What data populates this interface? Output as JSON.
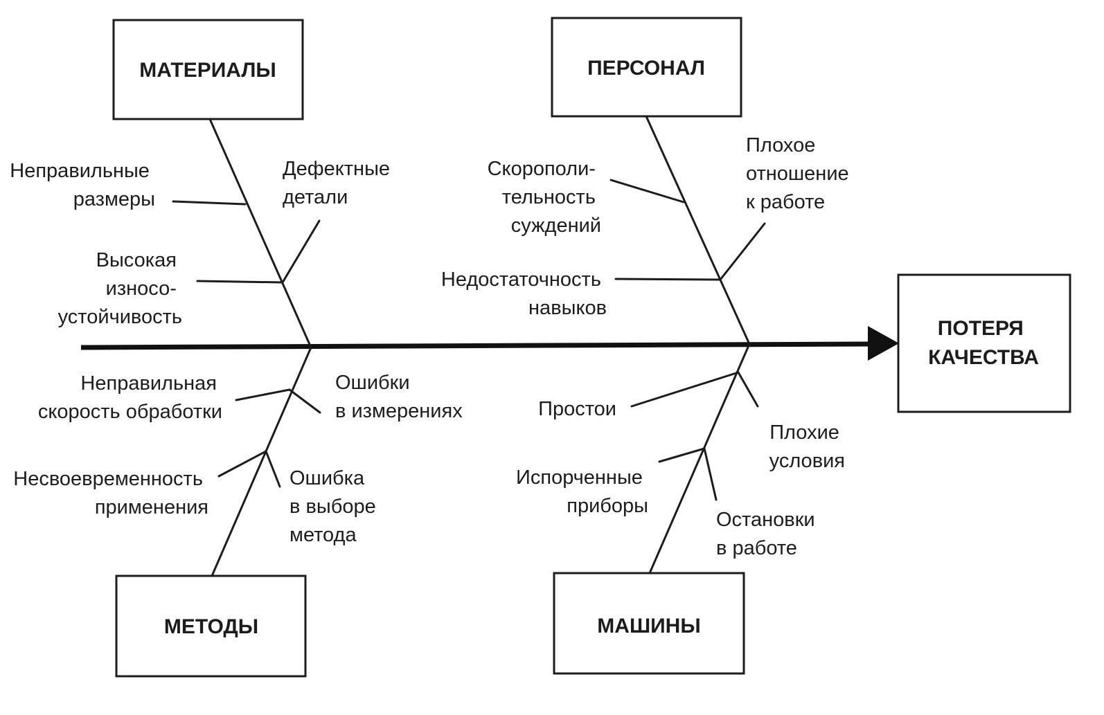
{
  "categories": {
    "materials": "МАТЕРИАЛЫ",
    "personnel": "ПЕРСОНАЛ",
    "methods": "МЕТОДЫ",
    "machines": "МАШИНЫ"
  },
  "effect": [
    "ПОТЕРЯ",
    "КАЧЕСТВА"
  ],
  "causes": {
    "materials": {
      "wrong_sizes": [
        "Неправильные",
        "размеры"
      ],
      "defective_parts": [
        "Дефектные",
        "детали"
      ],
      "high_wear_resistance": [
        "Высокая",
        "износо-",
        "устойчивость"
      ]
    },
    "personnel": {
      "hasty_judgment": [
        "Скорополи-",
        "тельность",
        "суждений"
      ],
      "bad_attitude": [
        "Плохое",
        "отношение",
        "к работе"
      ],
      "lack_of_skills": [
        "Недостаточность",
        "навыков"
      ]
    },
    "methods": {
      "wrong_processing_speed": [
        "Неправильная",
        "скорость обработки"
      ],
      "measurement_errors": [
        "Ошибки",
        "в измерениях"
      ],
      "untimely_application": [
        "Несвоевременность",
        "применения"
      ],
      "method_choice_error": [
        "Ошибка",
        "в выборе",
        "метода"
      ]
    },
    "machines": {
      "downtime": [
        "Простои"
      ],
      "bad_conditions": [
        "Плохие",
        "условия"
      ],
      "broken_instruments": [
        "Испорченные",
        "приборы"
      ],
      "work_stoppages": [
        "Остановки",
        "в работе"
      ]
    }
  }
}
